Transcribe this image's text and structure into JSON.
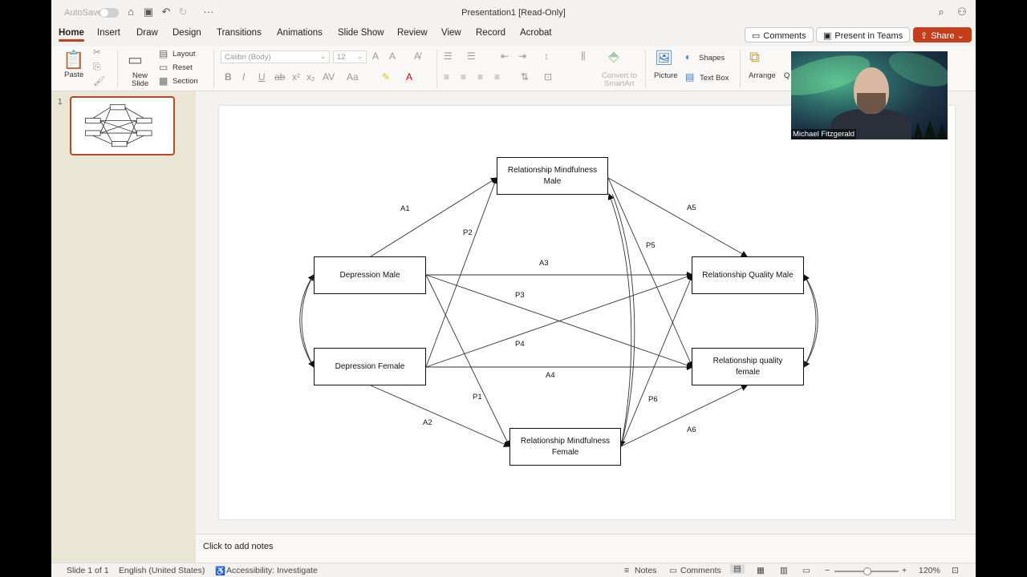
{
  "titlebar": {
    "autosave_label": "AutoSave",
    "doc_title": "Presentation1 [Read-Only]"
  },
  "tabs": [
    "Home",
    "Insert",
    "Draw",
    "Design",
    "Transitions",
    "Animations",
    "Slide Show",
    "Review",
    "View",
    "Record",
    "Acrobat"
  ],
  "header_buttons": {
    "comments": "Comments",
    "present": "Present in Teams",
    "share": "Share"
  },
  "ribbon": {
    "paste": "Paste",
    "new_slide_l1": "New",
    "new_slide_l2": "Slide",
    "layout": "Layout",
    "reset": "Reset",
    "section": "Section",
    "font_name": "Calibri (Body)",
    "font_size": "12",
    "convert_l1": "Convert to",
    "convert_l2": "SmartArt",
    "picture": "Picture",
    "shapes": "Shapes",
    "text_box": "Text Box",
    "arrange": "Arrange",
    "quick_styles": "Q St"
  },
  "thumbnail": {
    "number": "1"
  },
  "notes": {
    "placeholder": "Click to add notes"
  },
  "status": {
    "slide_of": "Slide 1 of 1",
    "language": "English (United States)",
    "accessibility": "Accessibility: Investigate",
    "notes": "Notes",
    "comments": "Comments",
    "zoom": "120%"
  },
  "video": {
    "participant": "Michael Fitzgerald"
  },
  "diagram": {
    "rm_male": [
      "Relationship Mindfulness",
      "Male"
    ],
    "rm_female": [
      "Relationship Mindfulness",
      "Female"
    ],
    "dep_male": "Depression Male",
    "dep_female": "Depression Female",
    "rq_male": "Relationship Quality Male",
    "rq_female": [
      "Relationship quality",
      "female"
    ],
    "paths": {
      "A1": "A1",
      "A2": "A2",
      "A3": "A3",
      "A4": "A4",
      "A5": "A5",
      "A6": "A6",
      "P1": "P1",
      "P2": "P2",
      "P3": "P3",
      "P4": "P4",
      "P5": "P5",
      "P6": "P6"
    }
  },
  "colors": {
    "accent": "#c43e1c",
    "slide_pane": "#eae6d6"
  }
}
